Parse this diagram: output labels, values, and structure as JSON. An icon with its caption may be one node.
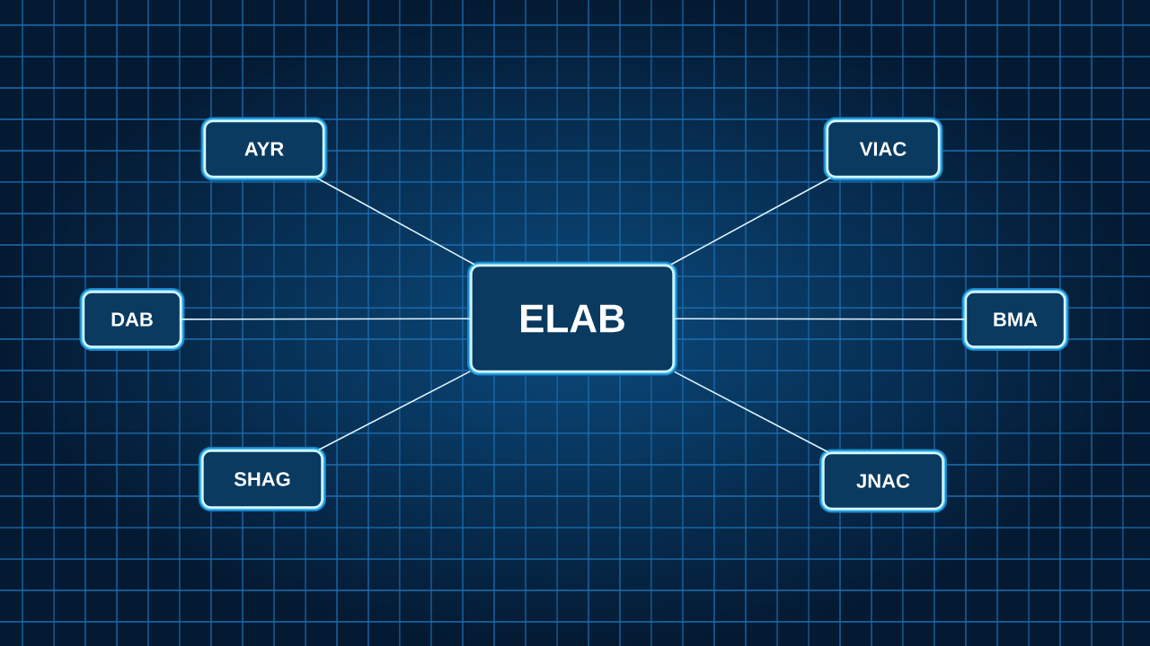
{
  "diagram": {
    "nodes": [
      {
        "text": [
          "AYR"
        ]
      },
      {
        "text": [
          "VIAC"
        ]
      },
      {
        "text": [
          "DAB"
        ]
      },
      {
        "text": [
          "ELAB"
        ]
      },
      {
        "text": [
          "BMA"
        ]
      },
      {
        "text": [
          "SHAG"
        ]
      },
      {
        "text": [
          "JNAC"
        ]
      }
    ],
    "edges": [
      {
        "from": 3,
        "to": 0,
        "arrow": "none"
      },
      {
        "from": 3,
        "to": 1,
        "arrow": "none"
      },
      {
        "from": 3,
        "to": 2,
        "arrow": "none"
      },
      {
        "from": 3,
        "to": 4,
        "arrow": "none"
      },
      {
        "from": 3,
        "to": 5,
        "arrow": "none"
      },
      {
        "from": 3,
        "to": 6,
        "arrow": "none"
      }
    ]
  }
}
